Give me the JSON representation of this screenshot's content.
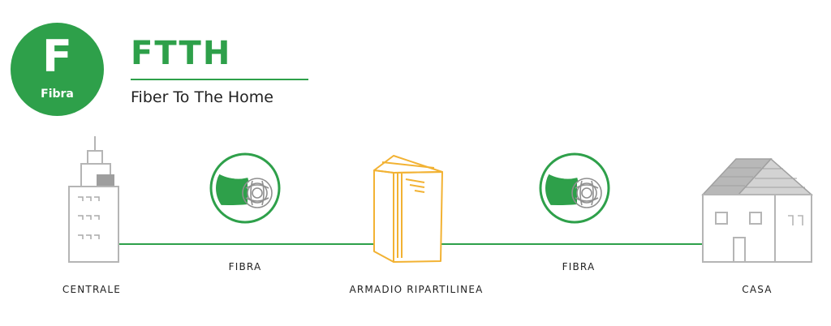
{
  "header": {
    "badge_letter": "F",
    "badge_sub": "Fibra",
    "title": "FTTH",
    "subtitle": "Fiber To The Home"
  },
  "nodes": [
    {
      "id": "centrale",
      "label": "CENTRALE",
      "icon": "building-icon"
    },
    {
      "id": "armadio",
      "label": "ARMADIO RIPARTILINEA",
      "icon": "cabinet-icon"
    },
    {
      "id": "casa",
      "label": "CASA",
      "icon": "house-icon"
    }
  ],
  "links": [
    {
      "from": "centrale",
      "to": "armadio",
      "label": "FIBRA",
      "icon": "fiber-cable-icon"
    },
    {
      "from": "armadio",
      "to": "casa",
      "label": "FIBRA",
      "icon": "fiber-cable-icon"
    }
  ],
  "colors": {
    "green": "#2ea04a",
    "orange": "#f2b233",
    "gray": "#b5b5b5",
    "dark_gray": "#8f8f8f",
    "text": "#222222"
  }
}
